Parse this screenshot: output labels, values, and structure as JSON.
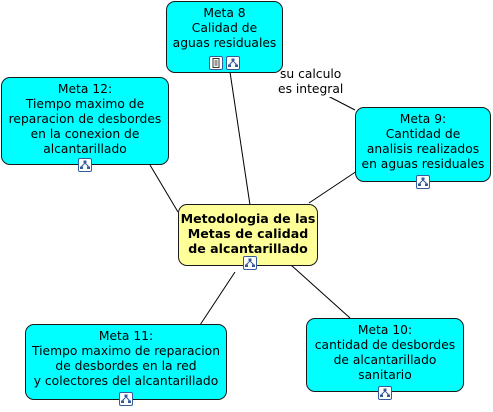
{
  "diagram": {
    "center": {
      "text": "Metodologia de las\nMetas de calidad\nde alcantarillado",
      "icon": "concept-map-link-icon",
      "color": "#ffff99"
    },
    "goals": [
      {
        "id": "meta8",
        "text": "Meta 8\nCalidad de\naguas residuales",
        "icons": [
          "document-icon",
          "concept-map-link-icon"
        ],
        "color": "#00ffff"
      },
      {
        "id": "meta12",
        "text": "Meta 12:\nTiempo maximo de\nreparacion de desbordes\nen la conexion de\nalcantarillado",
        "icons": [
          "concept-map-link-icon"
        ],
        "color": "#00ffff"
      },
      {
        "id": "meta9",
        "text": "Meta 9:\nCantidad de\nanalisis realizados\nen aguas residuales",
        "icons": [
          "concept-map-link-icon"
        ],
        "color": "#00ffff"
      },
      {
        "id": "meta11",
        "text": "Meta 11:\nTiempo maximo de reparacion\nde desbordes en la red\ny colectores del alcantarillado",
        "icons": [
          "concept-map-link-icon"
        ],
        "color": "#00ffff"
      },
      {
        "id": "meta10",
        "text": "Meta 10:\ncantidad de desbordes\nde alcantarillado\nsanitario",
        "icons": [
          "concept-map-link-icon"
        ],
        "color": "#00ffff"
      }
    ],
    "link_label": "su calculo\nes integral"
  }
}
